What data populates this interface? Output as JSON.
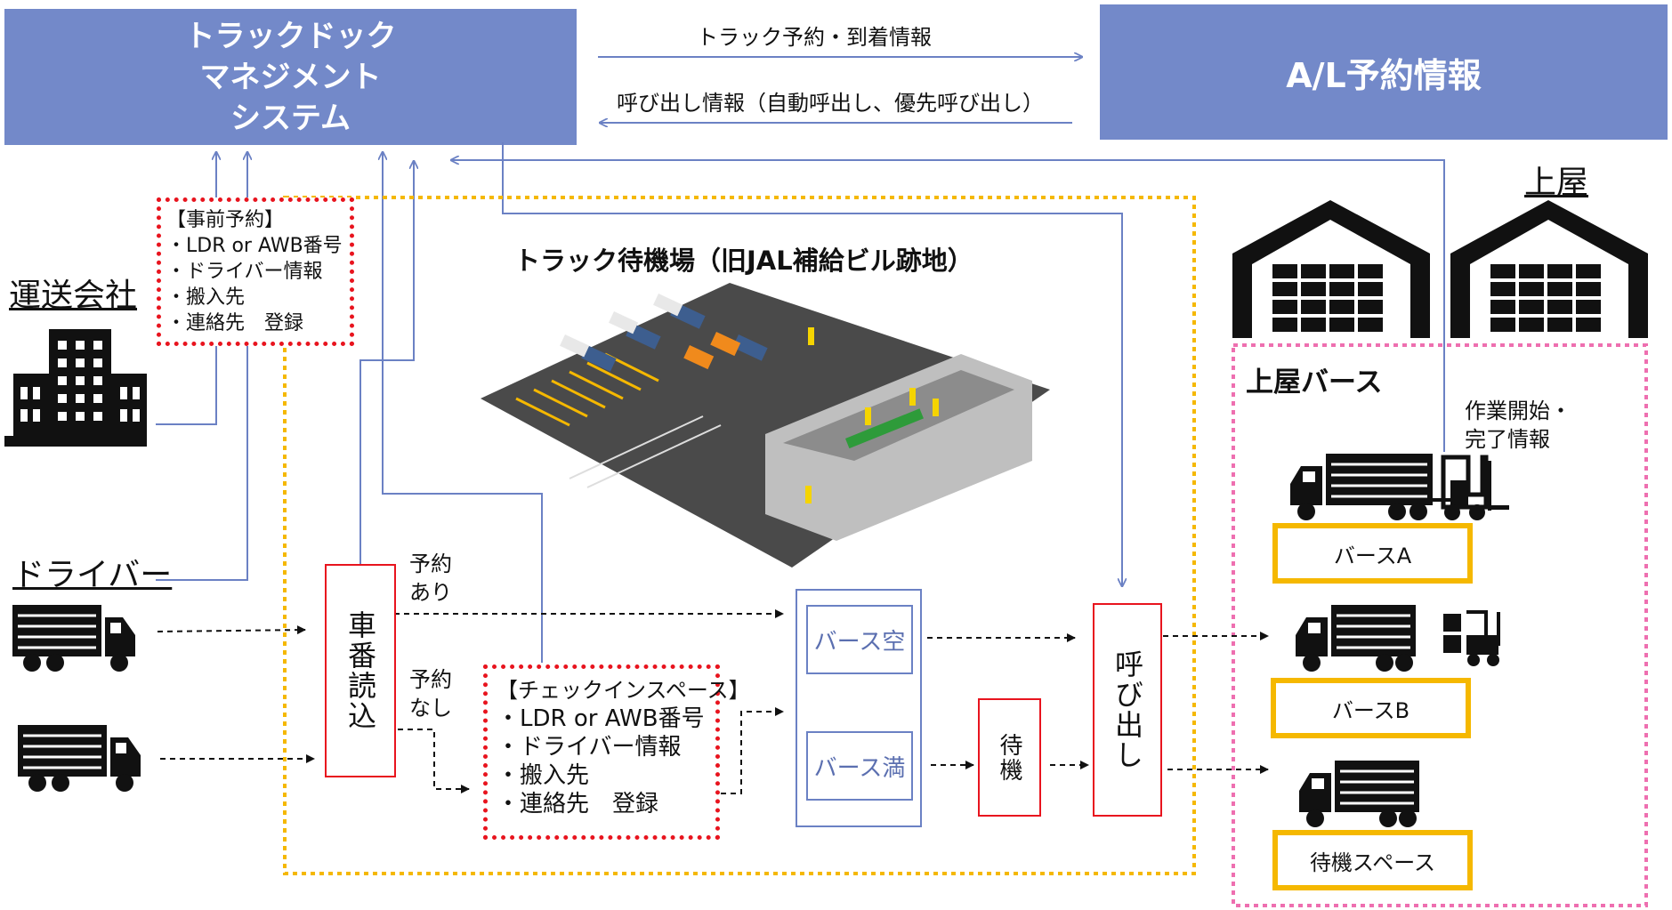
{
  "tms": {
    "lines": [
      "トラックドック",
      "マネジメント",
      "システム"
    ]
  },
  "al": {
    "title": "A/L予約情報"
  },
  "arrows": {
    "top_label": "トラック予約・到着情報",
    "bottom_label": "呼び出し情報（自動呼出し、優先呼び出し）"
  },
  "left": {
    "company": "運送会社",
    "driver": "ドライバー"
  },
  "prereg": {
    "lines": [
      "【事前予約】",
      "・LDR or AWB番号",
      "・ドライバー情報",
      "・搬入先",
      "・連絡先　登録"
    ]
  },
  "waiting_area": {
    "title": "トラック待機場（旧JAL補給ビル跡地）"
  },
  "plate_reader": {
    "label": "車番読込"
  },
  "reservation": {
    "yes": [
      "予約",
      "あり"
    ],
    "no": [
      "予約",
      "なし"
    ]
  },
  "checkin": {
    "lines": [
      "【チェックインスペース】",
      "・LDR or AWB番号",
      "・ドライバー情報",
      "・搬入先",
      "・連絡先　登録"
    ]
  },
  "berth_status": {
    "empty": "バース空",
    "full": "バース満"
  },
  "wait": {
    "label": "待機"
  },
  "call": {
    "label": "呼び出し"
  },
  "warehouse": {
    "heading": "上屋",
    "berth_title": "上屋バース",
    "work_info": [
      "作業開始・",
      "完了情報"
    ]
  },
  "berths": {
    "a": "バースA",
    "b": "バースB",
    "wait_space": "待機スペース"
  },
  "colors": {
    "system": "#7389c9",
    "red": "#e8141e",
    "orange": "#f5b800",
    "pink": "#ee6fb0",
    "line": "#6b81c4"
  }
}
